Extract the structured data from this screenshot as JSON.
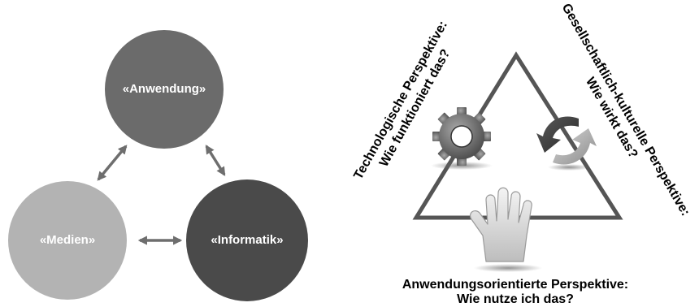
{
  "left_diagram": {
    "nodes": [
      {
        "id": "anwendung",
        "label": "«Anwendung»",
        "color": "#6b6b6b"
      },
      {
        "id": "medien",
        "label": "«Medien»",
        "color": "#b3b3b3"
      },
      {
        "id": "informatik",
        "label": "«Informatik»",
        "color": "#4a4a4a"
      }
    ],
    "connections": [
      {
        "from": "anwendung",
        "to": "medien",
        "type": "bidirectional"
      },
      {
        "from": "anwendung",
        "to": "informatik",
        "type": "bidirectional"
      },
      {
        "from": "medien",
        "to": "informatik",
        "type": "bidirectional"
      }
    ]
  },
  "right_diagram": {
    "perspectives": {
      "technological": {
        "line1": "Technologische Perspektive:",
        "line2": "Wie funktioniert das?",
        "icon": "gear-icon"
      },
      "societal": {
        "line1": "Gesellschaftlich-kulturelle Perspektive:",
        "line2": "Wie wirkt das?",
        "icon": "cycle-arrows-icon"
      },
      "application": {
        "line1": "Anwendungsorientierte Perspektive:",
        "line2": "Wie nutze ich das?",
        "icon": "hand-icon"
      }
    },
    "triangle_color": "#555555"
  }
}
